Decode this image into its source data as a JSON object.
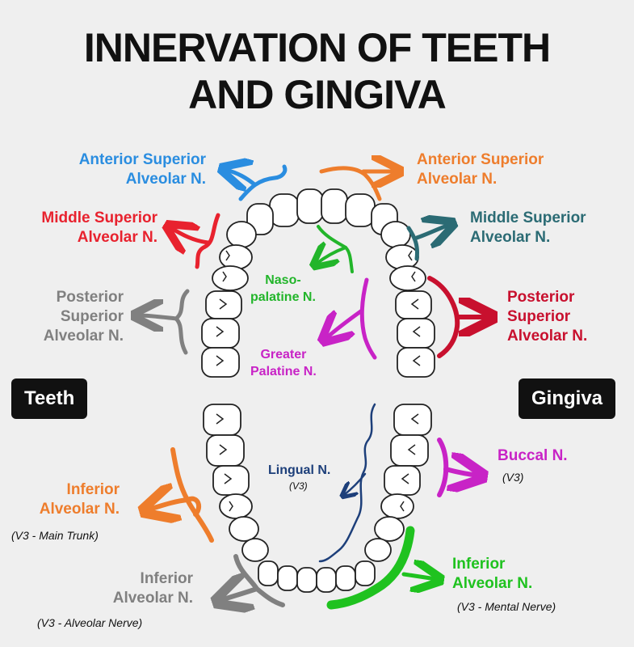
{
  "title": {
    "line1": "INNERVATION OF TEETH",
    "line2": "AND GINGIVA"
  },
  "tags": {
    "teeth": "Teeth",
    "gingiva": "Gingiva"
  },
  "colors": {
    "blue": "#2a8de0",
    "orange": "#ee7d2c",
    "red": "#e8222e",
    "teal": "#2b6b74",
    "gray": "#808080",
    "darkred": "#c8102e",
    "green": "#22b52a",
    "magenta": "#c823c6",
    "navy": "#1d3f7a",
    "brightgreen": "#1fc21f"
  },
  "labels": {
    "asa_teeth": [
      "Anterior Superior",
      "Alveolar N."
    ],
    "msa_teeth": [
      "Middle Superior",
      "Alveolar N."
    ],
    "psa_teeth": [
      "Posterior",
      "Superior",
      "Alveolar N."
    ],
    "asa_gingiva": [
      "Anterior Superior",
      "Alveolar N."
    ],
    "msa_gingiva": [
      "Middle Superior",
      "Alveolar N."
    ],
    "psa_gingiva": [
      "Posterior",
      "Superior",
      "Alveolar N."
    ],
    "nasopalatine": [
      "Naso-",
      "palatine N."
    ],
    "greater_palatine": [
      "Greater",
      "Palatine N."
    ],
    "lingual": {
      "name": "Lingual N.",
      "note": "(V3)"
    },
    "buccal": {
      "name": "Buccal N.",
      "note": "(V3)"
    },
    "ian_teeth": {
      "lines": [
        "Inferior",
        "Alveolar N."
      ],
      "note": "(V3 - Main Trunk)"
    },
    "ian_alveolar": {
      "lines": [
        "Inferior",
        "Alveolar N."
      ],
      "note": "(V3 - Alveolar Nerve)"
    },
    "ian_mental": {
      "lines": [
        "Inferior",
        "Alveolar N."
      ],
      "note": "(V3 - Mental Nerve)"
    }
  }
}
